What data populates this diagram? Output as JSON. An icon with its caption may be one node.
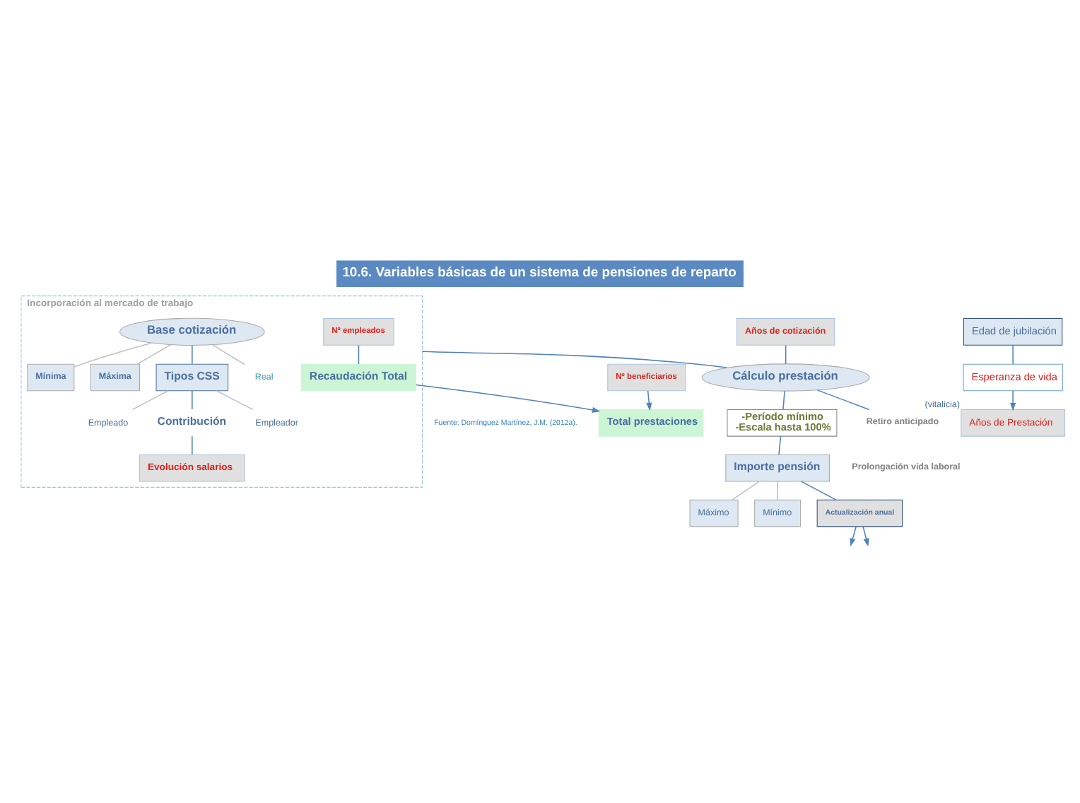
{
  "diagram": {
    "title": "10.6. Variables básicas de un sistema de pensiones de reparto",
    "caption": "Fuente: Domínguez Martínez, J.M. (2012a).",
    "nodes": [
      {
        "text": [
          "Incorporación al mercado de trabajo"
        ]
      },
      {
        "text": [
          "Base cotización"
        ],
        "in": 0
      },
      {
        "text": [
          "Máxima"
        ],
        "in": 0
      },
      {
        "text": [
          "Real"
        ],
        "in": 0
      },
      {
        "text": [
          "Mínima"
        ],
        "in": 0
      },
      {
        "text": [
          "Tipos CSS"
        ],
        "in": 0
      },
      {
        "text": [
          "Empleador"
        ],
        "in": 0
      },
      {
        "text": [
          "Empleado"
        ],
        "in": 0
      },
      {
        "text": [
          "Contribución"
        ],
        "in": 0
      },
      {
        "text": [
          "Evolución salarios"
        ],
        "in": 0
      },
      {
        "text": [
          "Nº empleados"
        ],
        "in": 0
      },
      {
        "text": [
          "Recaudación Total"
        ],
        "in": 0
      },
      {
        "text": [
          "Años de cotización"
        ]
      },
      {
        "text": [
          "Cálculo prestación"
        ]
      },
      {
        "text": [
          "Total prestaciones"
        ]
      },
      {
        "text": [
          "Años de Prestación"
        ],
        "beside": [
          "(vitalicia)"
        ]
      },
      {
        "text": [
          "-Período mínimo",
          "-Escala hasta 100%"
        ]
      },
      {
        "text": [
          "Importe pensión"
        ]
      },
      {
        "text": [
          "Máximo"
        ]
      },
      {
        "text": [
          "Mínimo"
        ]
      },
      {
        "text": [
          "Edad de jubilación"
        ]
      },
      {
        "text": [
          "Esperanza de vida"
        ]
      },
      {
        "text": [
          "Actualización anual"
        ]
      },
      {
        "text": [
          "Nº beneficiarios"
        ]
      },
      {
        "text": [
          "Retiro anticipado"
        ]
      }
    ],
    "edges": [
      {
        "from": 1,
        "to": 2,
        "arrow": "none",
        "color": "#c0c0c0"
      },
      {
        "from": 1,
        "to": 3,
        "arrow": "none",
        "color": "#c0c0c0"
      },
      {
        "from": 1,
        "to": 4,
        "arrow": "none",
        "color": "#c0c0c0"
      },
      {
        "from": 1,
        "to": 5,
        "arrow": "none"
      },
      {
        "from": 5,
        "to": 6,
        "arrow": "none",
        "color": "#c0c0c0"
      },
      {
        "from": 5,
        "to": 7,
        "arrow": "none",
        "color": "#c0c0c0"
      },
      {
        "from": 5,
        "to": 8,
        "arrow": "none"
      },
      {
        "from": 8,
        "to": 9,
        "arrow": "none"
      },
      {
        "from": 10,
        "to": 11,
        "arrow": "none"
      },
      {
        "from": 11,
        "to": 14,
        "arrow": "to"
      },
      {
        "from": 0,
        "to": 13,
        "arrow": "none"
      },
      {
        "from": 12,
        "to": 13,
        "arrow": "none"
      },
      {
        "from": 13,
        "to": 24,
        "arrow": "none"
      },
      {
        "from": 13,
        "to": 16,
        "arrow": "none"
      },
      {
        "from": 16,
        "to": 17,
        "arrow": "none"
      },
      {
        "from": 17,
        "to": 18,
        "arrow": "none",
        "color": "#c0c0c0"
      },
      {
        "from": 17,
        "to": 19,
        "arrow": "none",
        "color": "#c0c0c0"
      },
      {
        "from": 17,
        "to": 22,
        "arrow": "none"
      },
      {
        "from": 22,
        "to": null,
        "arrow": "to"
      },
      {
        "from": 22,
        "to": null,
        "arrow": "to"
      },
      {
        "from": 20,
        "to": 21,
        "arrow": "none"
      },
      {
        "from": 21,
        "to": 15,
        "arrow": "to"
      },
      {
        "from": 23,
        "to": 14,
        "arrow": "to"
      }
    ],
    "labels": [
      "Prolongación vida laboral"
    ]
  }
}
